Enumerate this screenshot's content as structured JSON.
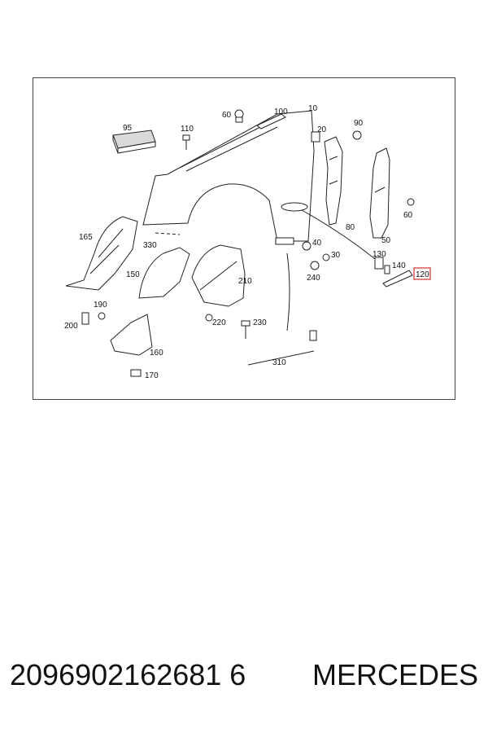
{
  "diagram": {
    "labels": {
      "p10": "10",
      "p20": "20",
      "p30": "30",
      "p40": "40",
      "p60a": "60",
      "p60b": "60",
      "p80": "80",
      "p90": "90",
      "p95": "95",
      "p100": "100",
      "p110": "110",
      "p120": "120",
      "p130": "130",
      "p140": "140",
      "p150": "150",
      "p160": "160",
      "p165": "165",
      "p170": "170",
      "p190": "190",
      "p200": "200",
      "p210": "210",
      "p220": "220",
      "p230": "230",
      "p240": "240",
      "p310": "310",
      "p330": "330",
      "p50": "50"
    },
    "highlight_color": "#d32f2f"
  },
  "footer": {
    "part_number": "2096902162681 6",
    "brand": "MERCEDES"
  }
}
